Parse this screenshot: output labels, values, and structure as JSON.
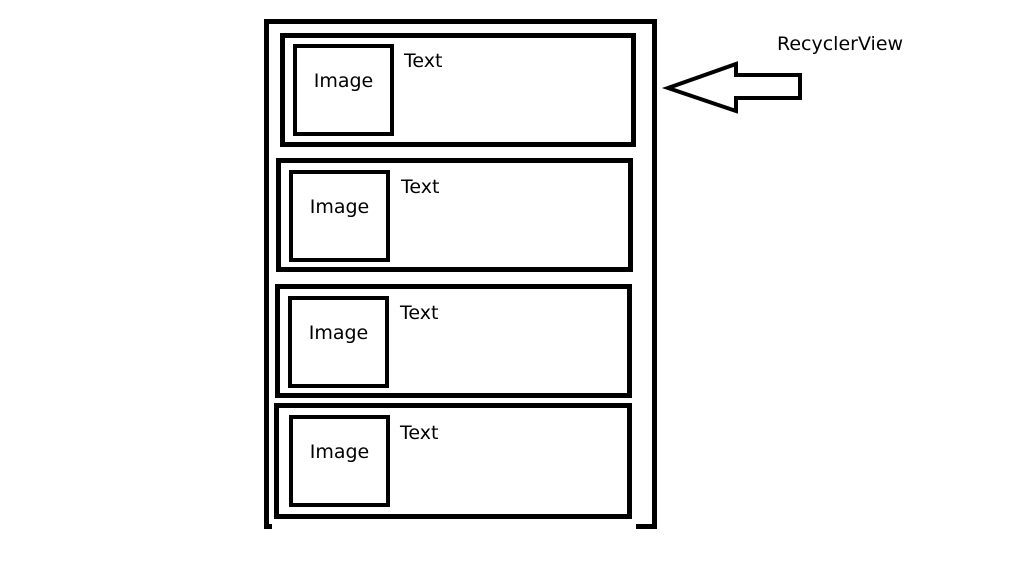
{
  "callout": {
    "label": "RecyclerView"
  },
  "items": [
    {
      "image_label": "Image",
      "text_label": "Text"
    },
    {
      "image_label": "Image",
      "text_label": "Text"
    },
    {
      "image_label": "Image",
      "text_label": "Text"
    },
    {
      "image_label": "Image",
      "text_label": "Text"
    }
  ],
  "colors": {
    "stroke": "#000000",
    "background": "#ffffff"
  },
  "icons": {
    "pointer": "arrow-left-icon"
  }
}
